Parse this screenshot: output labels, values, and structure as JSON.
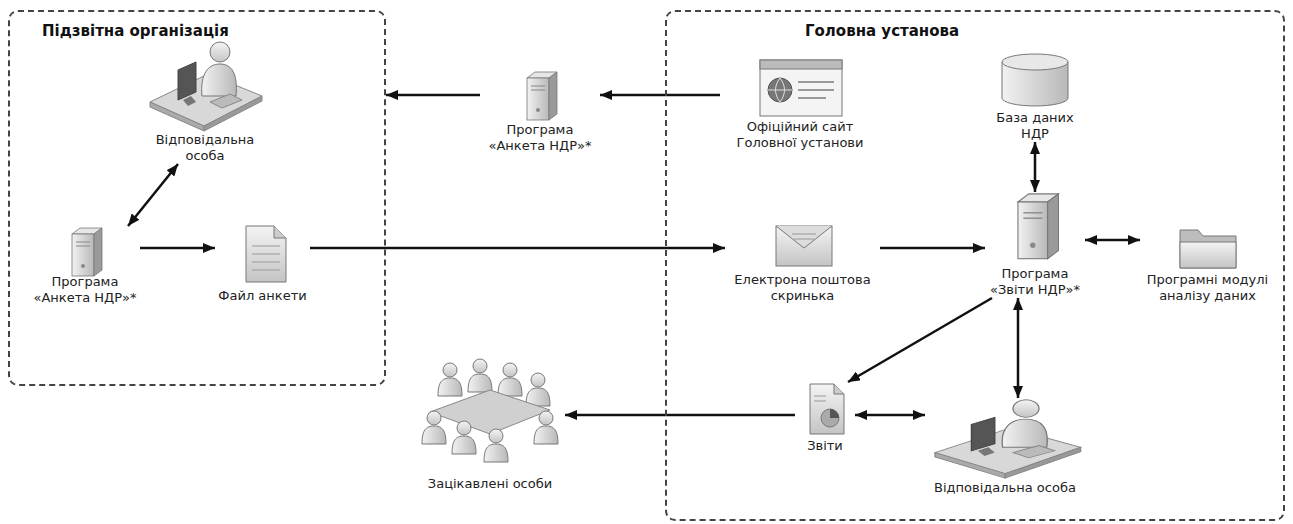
{
  "diagram": {
    "nodes": [
      {
        "text": [
          "Підзвітна організація"
        ]
      },
      {
        "text": [
          "Відповідальна особа"
        ],
        "in": 0
      },
      {
        "text": [
          "Програма «Анкета НДР»*"
        ],
        "in": 0
      },
      {
        "text": [
          "Файл анкети"
        ],
        "in": 0
      },
      {
        "text": [
          "Програма «Анкета НДР»*"
        ]
      },
      {
        "text": [
          "Головна установа"
        ]
      },
      {
        "text": [
          "Офіційний сайт Головної установи"
        ],
        "in": 5
      },
      {
        "text": [
          "База даних НДР"
        ],
        "in": 5
      },
      {
        "text": [
          "Електрона поштова скринька"
        ],
        "in": 5
      },
      {
        "text": [
          "Програма «Звіти НДР»*"
        ],
        "in": 5
      },
      {
        "text": [
          "Програмні модулі аналізу даних"
        ],
        "in": 5
      },
      {
        "text": [
          "Звіти"
        ],
        "in": 5
      },
      {
        "text": [
          "Відповідальна особа"
        ],
        "in": 5
      },
      {
        "text": [
          "Зацікавлені особи"
        ]
      }
    ],
    "edges": [
      {
        "from": 6,
        "to": 4,
        "arrow": "to"
      },
      {
        "from": 4,
        "to": 0,
        "arrow": "to"
      },
      {
        "from": 1,
        "to": 2,
        "arrow": "both"
      },
      {
        "from": 2,
        "to": 3,
        "arrow": "to"
      },
      {
        "from": 3,
        "to": 8,
        "arrow": "to"
      },
      {
        "from": 8,
        "to": 9,
        "arrow": "to"
      },
      {
        "from": 7,
        "to": 9,
        "arrow": "both"
      },
      {
        "from": 9,
        "to": 10,
        "arrow": "both"
      },
      {
        "from": 9,
        "to": 11,
        "arrow": "to"
      },
      {
        "from": 9,
        "to": 12,
        "arrow": "both"
      },
      {
        "from": 11,
        "to": 12,
        "arrow": "both"
      },
      {
        "from": 11,
        "to": 13,
        "arrow": "to"
      }
    ]
  }
}
